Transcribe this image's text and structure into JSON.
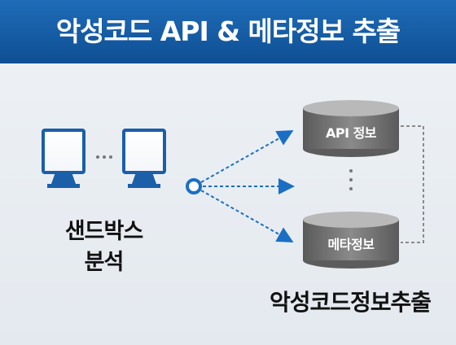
{
  "title": "악성코드 API & 메타정보 추출",
  "left_label_line1": "샌드박스",
  "left_label_line2": "분석",
  "db_top_label": "API 정보",
  "db_bottom_label": "메타정보",
  "bottom_label": "악성코드정보추출",
  "colors": {
    "header": "#1a5fa8",
    "accent_blue": "#1a6fc4",
    "db_gray": "#6f6f6f"
  },
  "icons": [
    "computer-icon",
    "computer-icon",
    "ellipsis-icon",
    "circle-node-icon",
    "database-icon",
    "database-icon"
  ]
}
